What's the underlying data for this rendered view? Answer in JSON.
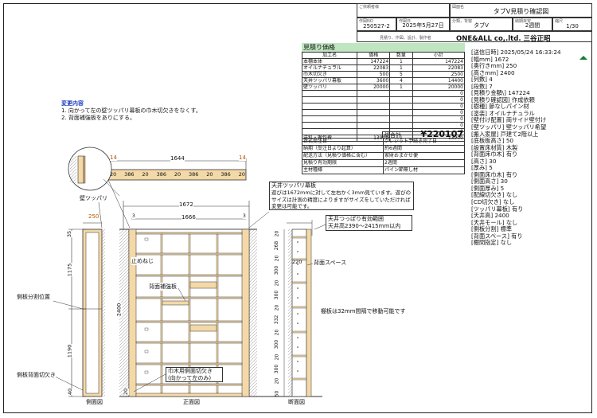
{
  "title_block": {
    "customer_label": "ご依頼者様",
    "drawing_name_label": "図面名",
    "drawing_title": "タブV見積り確認図",
    "order_no_label": "作図NO",
    "order_no": "250527-2",
    "date_label": "作図日",
    "date": "2025年5月27日",
    "category_label": "分類，背窗",
    "category": "タブV",
    "turnaround_label": "納期目安",
    "turnaround": "2週間",
    "pages_label": "縮尺",
    "pages": "1/30",
    "company_caption": "見積り、作図、設計、製作者",
    "company": "ONE&ALL co,.ltd. 三谷正昭"
  },
  "estimate": {
    "heading": "見積り価格",
    "columns": [
      "加工名",
      "価格",
      "数量",
      "小計"
    ],
    "rows": [
      [
        "本棚本体",
        "147224",
        "1",
        "147224"
      ],
      [
        "オイルナチュラル",
        "22083",
        "1",
        "22083"
      ],
      [
        "巾木切欠き",
        "500",
        "5",
        "2500"
      ],
      [
        "天井ツッパリ幕板",
        "3600",
        "4",
        "14400"
      ],
      [
        "壁ツッパリ",
        "20000",
        "1",
        "20000"
      ],
      [
        "",
        "",
        "",
        "0"
      ],
      [
        "",
        "",
        "",
        "0"
      ],
      [
        "",
        "",
        "",
        "0"
      ],
      [
        "",
        "",
        "",
        "0"
      ],
      [
        "",
        "",
        "",
        "0"
      ],
      [
        "",
        "",
        "",
        "0"
      ],
      [
        "",
        "",
        "",
        "0"
      ],
      [
        "送料・搬包費",
        "13900",
        "1",
        "13900"
      ]
    ],
    "total_label": "総合計",
    "total": "¥220107"
  },
  "order_info": [
    [
      "正式受注日",
      "クレジット手続き完了日"
    ],
    [
      "納期（受注日より起算）",
      "約6週間"
    ],
    [
      "配送方法（見積り価格に含む）",
      "家財おまかせ便"
    ],
    [
      "見積り有効期限",
      "2週間"
    ],
    [
      "主材種様",
      "パイン節無し材"
    ]
  ],
  "spec": [
    "[送信日時] 2025/05/24 16:33:24",
    "[幅mm] 1672",
    "[奥行きmm] 250",
    "[高さmm] 2400",
    "[列数] 4",
    "[段数] 7",
    "[見積り金額\\] 147224",
    "[見積り確認図] 作成依頼",
    "[樹種] 節なしパイン材",
    "[塗装] オイルナチュラル",
    "[壁付け配置] 両サイド壁付け",
    "[壁ツッパリ] 壁ツッパリ希望",
    "[搬入家屋] 戸建て2階以上",
    "[底板板高さ] 50",
    "[設置床材質] 木製",
    "[背面床巾木] 有り",
    "[高さ] 30",
    "[厚み] 5",
    "[側面床巾木] 有り",
    "[側面高さ] 30",
    "[側面厚み] 5",
    "[配線切欠き] なし",
    "[CD切欠き] なし",
    "[ツッパリ幕板] 有り",
    "[天井高] 2400",
    "[天井モール] なし",
    "[側板分割] 標準",
    "[背面スペース] 有り",
    "[棚間指定] なし"
  ],
  "notes": {
    "heading": "変更内容",
    "lines": [
      "1. 向かって左の壁ツッパリ幕板の巾木切欠きをなくす。",
      "2. 背面補強板をありにする。"
    ]
  },
  "labels": {
    "wall_tension": "壁ツッパリ",
    "top_plank_title": "天井ツッパリ幕板",
    "top_plank_body": "遊びは1672mmに対して左右かく3mm見ています。遊びのサイズは計測の精度によりますがサイズをしていただければ変更は可能です。",
    "ceiling_range_title": "天井つっぱり有効範囲",
    "ceiling_range_body": "天井高2390～2415mm以内",
    "back_space": "背面スペース",
    "shelf_pitch": "棚板は32mm間隔で移動可能です",
    "stop_screw": "止めねじ",
    "back_reinforce": "背面補強板",
    "side_split": "側板分割位置",
    "side_back_cut": "側板背面切欠き",
    "baseboard_cut": "巾木用側面切欠き",
    "baseboard_cut2": "(向かって左のみ)",
    "side_view": "側面図",
    "front_view": "正面図",
    "section_view": "断面図"
  },
  "dims": {
    "top_total": "1644",
    "top_14a": "14",
    "top_14b": "14",
    "top_parts": [
      "20",
      "386",
      "20",
      "386",
      "20",
      "386",
      "20",
      "386",
      "20"
    ],
    "front_width": "1672",
    "front_inner": "1666",
    "front_3a": "3",
    "front_3b": "3",
    "side_depth": "250",
    "h35": "35",
    "h1175": "1175",
    "h2400": "2400",
    "h1190": "1190",
    "h40": "40",
    "h20": "20",
    "sec_220": "220",
    "sec_vals": [
      "20",
      "268",
      "20",
      "300",
      "20",
      "300",
      "20",
      "332",
      "20",
      "300",
      "20",
      "300",
      "20",
      "50"
    ]
  }
}
